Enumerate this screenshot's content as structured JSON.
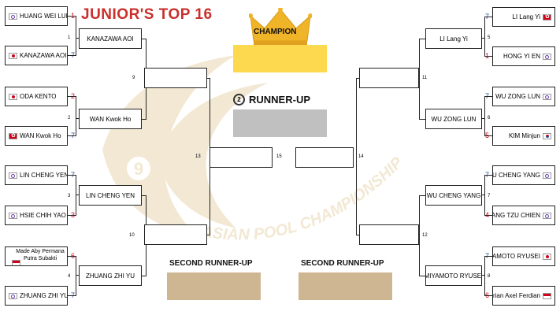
{
  "title": "JUNIOR'S TOP 16",
  "watermark": "ASIAN POOL CHAMPIONSHIP",
  "watermark_ball_number": "9",
  "labels": {
    "champion": "CHAMPION",
    "runner_up": "RUNNER-UP",
    "runner_up_medal": "2",
    "second_runner_up_left": "SECOND RUNNER-UP",
    "second_runner_up_right": "SECOND RUNNER-UP"
  },
  "colors": {
    "title": "#c9302c",
    "champion_box": "#fcd94f",
    "runner_up_box": "#c0c0c0",
    "second_runner_up_box": "#cfb692",
    "crown": "#f0b429",
    "seed_blue": "#1f4fa0",
    "seed_red": "#d0021b",
    "watermark": "#e9d7b0"
  },
  "left_r16": [
    {
      "name": "HUANG WEI LUN",
      "seed": "1",
      "seed_color": "red",
      "flag": "tw-icon"
    },
    {
      "name": "KANAZAWA AOI",
      "seed": "7",
      "seed_color": "blue",
      "flag": "jp-icon"
    },
    {
      "name": "ODA KENTO",
      "seed": "2",
      "seed_color": "red",
      "flag": "jp-icon"
    },
    {
      "name": "WAN Kwok Ho",
      "seed": "7",
      "seed_color": "blue",
      "flag": "hk-icon"
    },
    {
      "name": "LIN CHENG YEN",
      "seed": "7",
      "seed_color": "blue",
      "flag": "tw-icon"
    },
    {
      "name": "HSIE CHIH YAO",
      "seed": "3",
      "seed_color": "red",
      "flag": "tw-icon"
    },
    {
      "name_line1": "Made Aby Permana",
      "name_line2": "Putra Subakti",
      "seed": "6",
      "seed_color": "red",
      "flag": "id-icon"
    },
    {
      "name": "ZHUANG ZHI YU",
      "seed": "7",
      "seed_color": "blue",
      "flag": "tw-icon"
    }
  ],
  "right_r16": [
    {
      "name": "LI Lang Yi",
      "seed": "7",
      "seed_color": "blue",
      "flag": "hk-icon"
    },
    {
      "name": "HONG YI EN",
      "seed": "1",
      "seed_color": "red",
      "flag": "tw-icon"
    },
    {
      "name": "WU ZONG LUN",
      "seed": "7",
      "seed_color": "blue",
      "flag": "tw-icon"
    },
    {
      "name": "KIM Minjun",
      "seed": "5",
      "seed_color": "red",
      "flag": "kr-icon"
    },
    {
      "name": "WU CHENG YANG",
      "seed": "7",
      "seed_color": "blue",
      "flag": "tw-icon"
    },
    {
      "name": "CHANG TZU CHIEN",
      "seed": "4",
      "seed_color": "red",
      "flag": "tw-icon"
    },
    {
      "name": "MIYAMOTO RYUSEI",
      "seed": "7",
      "seed_color": "blue",
      "flag": "jp-icon"
    },
    {
      "name": "Brian Axel Ferdian",
      "seed": "6",
      "seed_color": "red",
      "flag": "id-icon"
    }
  ],
  "left_qf": [
    "KANAZAWA AOI",
    "WAN Kwok Ho",
    "LIN CHENG YEN",
    "ZHUANG ZHI YU"
  ],
  "right_qf": [
    "LI Lang Yi",
    "WU ZONG LUN",
    "WU CHENG YANG",
    "MIYAMOTO RYUSEI"
  ],
  "left_sf": [
    "",
    ""
  ],
  "right_sf": [
    "",
    ""
  ],
  "final": [
    "",
    ""
  ],
  "match_numbers": {
    "l1": "1",
    "l2": "2",
    "l3": "3",
    "l4": "4",
    "l9": "9",
    "l10": "10",
    "l13": "13",
    "c15": "15",
    "r5": "5",
    "r6": "6",
    "r7": "7",
    "r8": "8",
    "r11": "11",
    "r12": "12",
    "r14": "14"
  }
}
